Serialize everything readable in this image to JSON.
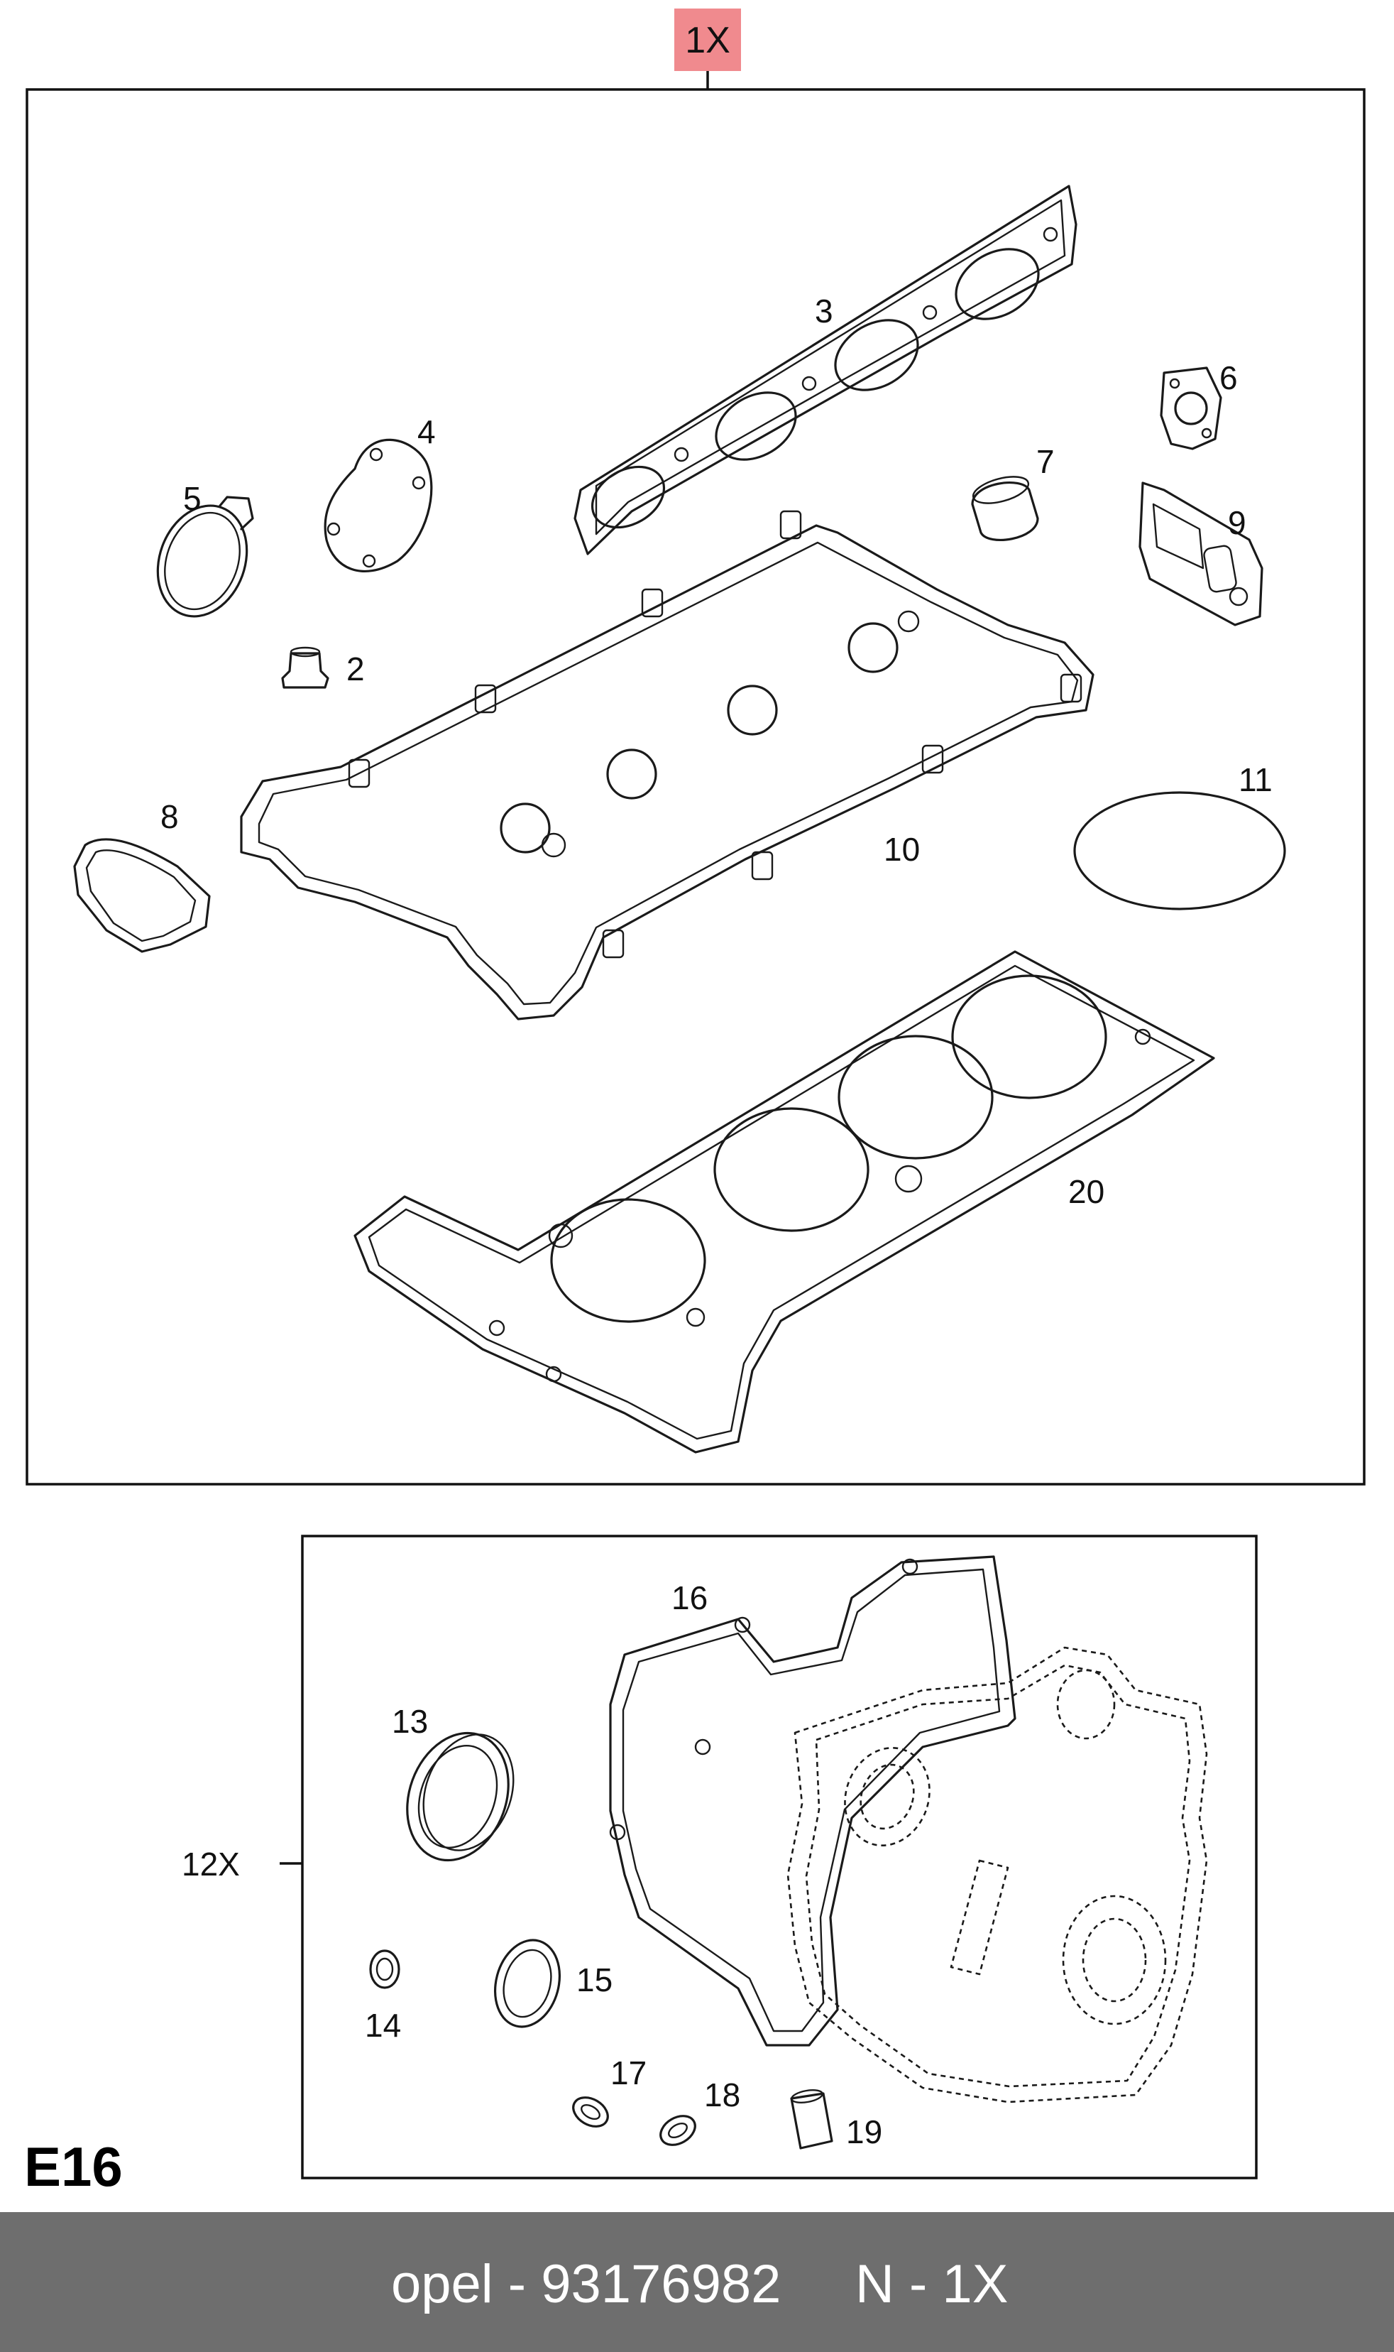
{
  "header_tag": {
    "text": "1X",
    "color": "#f08a8e"
  },
  "callouts": {
    "p2": "2",
    "p3": "3",
    "p4": "4",
    "p5": "5",
    "p6": "6",
    "p7": "7",
    "p8": "8",
    "p9": "9",
    "p10": "10",
    "p11": "11",
    "p20": "20",
    "p13": "13",
    "p14": "14",
    "p15": "15",
    "p16": "16",
    "p17": "17",
    "p18": "18",
    "p19": "19"
  },
  "subset_label": "12X",
  "diagram_code": "E16",
  "footer": {
    "brand_part": "opel - 93176982",
    "quantity": "N - 1X",
    "background": "#6e6e6e"
  }
}
